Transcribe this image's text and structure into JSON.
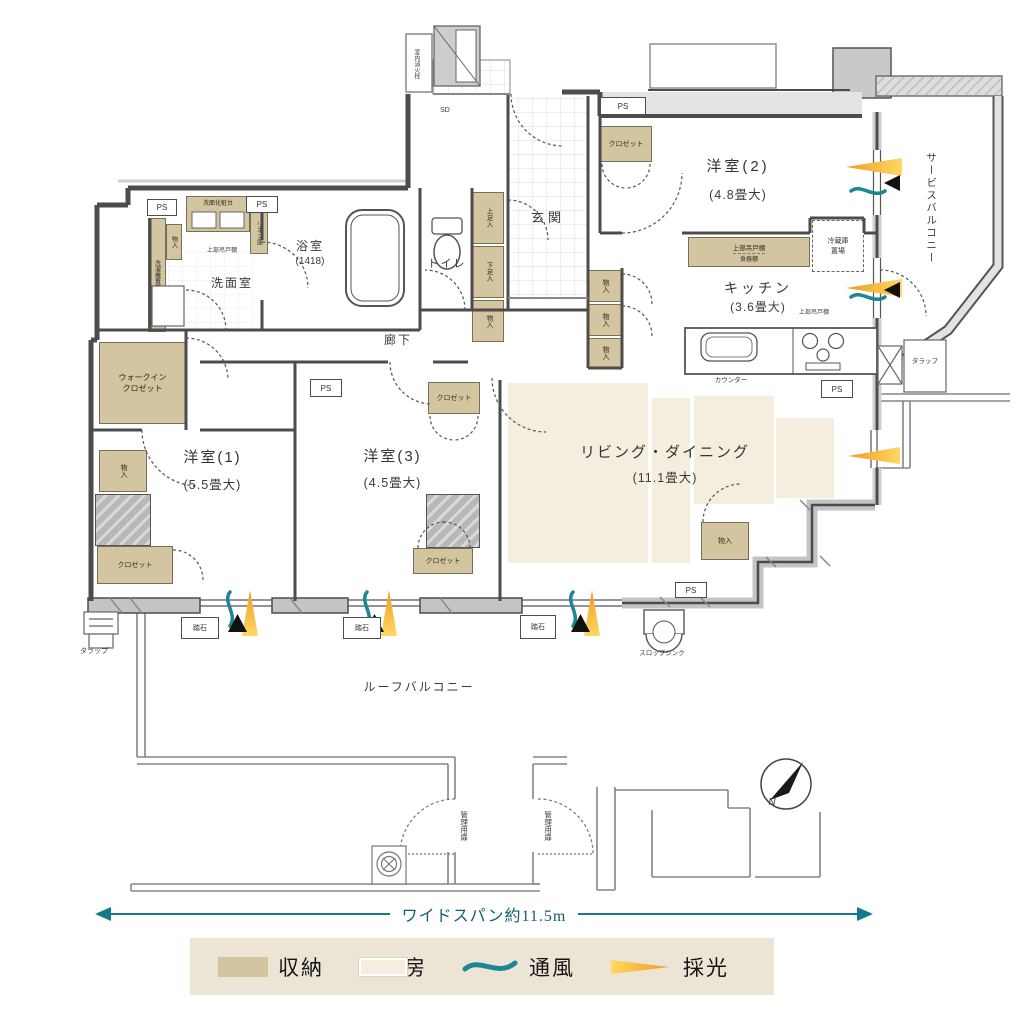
{
  "plan": {
    "rooms": {
      "western2": {
        "name": "洋室(2)",
        "size": "(4.8畳大)"
      },
      "western1": {
        "name": "洋室(1)",
        "size": "(5.5畳大)"
      },
      "western3": {
        "name": "洋室(3)",
        "size": "(4.5畳大)"
      },
      "kitchen": {
        "name": "キッチン",
        "size": "(3.6畳大)"
      },
      "living": {
        "name": "リビング・ダイニング",
        "size": "(11.1畳大)"
      },
      "bath": {
        "name": "浴室",
        "size": "(1418)"
      },
      "washroom": {
        "name": "洗面室"
      },
      "toilet": {
        "name": "トイレ"
      },
      "entrance": {
        "name": "玄関"
      },
      "hallway": {
        "name": "廊下"
      },
      "wic": {
        "name": "ウォークイン\nクロゼット"
      },
      "service_balcony": {
        "name": "サービスバルコニー"
      },
      "roof_balcony": {
        "name": "ルーフバルコニー"
      }
    },
    "labels": {
      "ps": "PS",
      "sd": "SD",
      "fire_hydrant": "室内消火栓",
      "closet": "クロゼット",
      "storage": "物入",
      "upper_shoe": "上足入",
      "lower_shoe": "下足入",
      "linen": "リネン庫",
      "washer": "洗濯機置場",
      "vanity": "洗面化粧台",
      "upper_cabinet": "上部吊戸棚",
      "dish_cabinet": "食器棚",
      "fridge": "冷蔵庫\n置場",
      "counter": "カウンター",
      "trap": "タラップ",
      "stepping_stone": "踏石",
      "slop_sink": "スロップシンク",
      "service_door": "管理用扉",
      "north": "N"
    },
    "span_label": "ワイドスパン約11.5m",
    "legend": {
      "storage": "収納",
      "floor_heating": "床暖房",
      "ventilation": "通風",
      "daylight": "採光"
    },
    "colors": {
      "storage_fill": "#d2c5a0",
      "floor_heating_fill": "#f5eede",
      "ventilation": "#1b8795",
      "daylight": "#f3a63b",
      "wall": "#4c4c4c",
      "span": "#147a8a"
    }
  }
}
